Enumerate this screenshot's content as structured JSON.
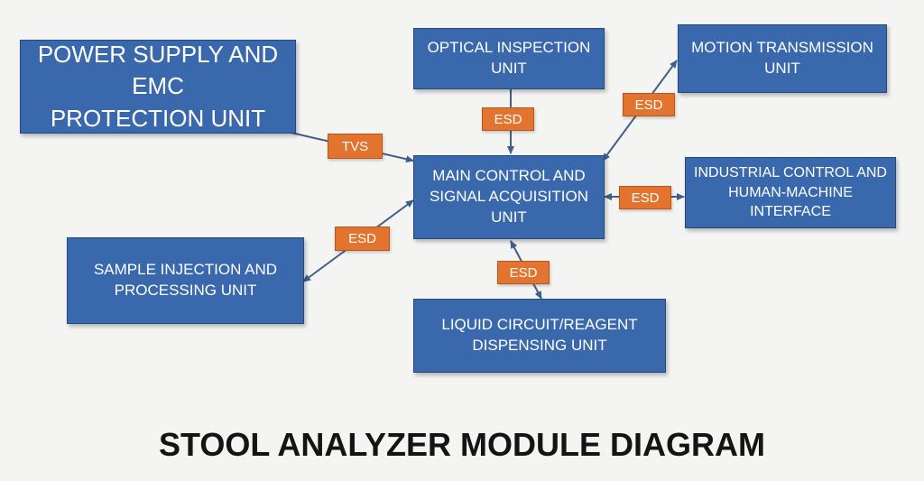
{
  "title": "STOOL ANALYZER MODULE DIAGRAM",
  "nodes": {
    "power": {
      "line1": "POWER SUPPLY AND EMC",
      "line2": "PROTECTION UNIT"
    },
    "optical": {
      "line1": "OPTICAL INSPECTION UNIT"
    },
    "motion": {
      "line1": "MOTION TRANSMISSION UNIT"
    },
    "main": {
      "line1": "MAIN CONTROL AND",
      "line2": "SIGNAL ACQUISITION UNIT"
    },
    "industrial": {
      "line1": "INDUSTRIAL CONTROL AND",
      "line2": "HUMAN-MACHINE INTERFACE"
    },
    "sample": {
      "line1": "SAMPLE INJECTION AND",
      "line2": "PROCESSING UNIT"
    },
    "liquid": {
      "line1": "LIQUID CIRCUIT/REAGENT",
      "line2": "DISPENSING UNIT"
    }
  },
  "edges": {
    "power_main": {
      "label": "TVS"
    },
    "optical_main": {
      "label": "ESD"
    },
    "motion_main": {
      "label": "ESD"
    },
    "industrial_main": {
      "label": "ESD"
    },
    "sample_main": {
      "label": "ESD"
    },
    "liquid_main": {
      "label": "ESD"
    }
  },
  "colors": {
    "box_fill": "#3a68ad",
    "badge_fill": "#e3742f",
    "arrow": "#3f5f8a"
  }
}
